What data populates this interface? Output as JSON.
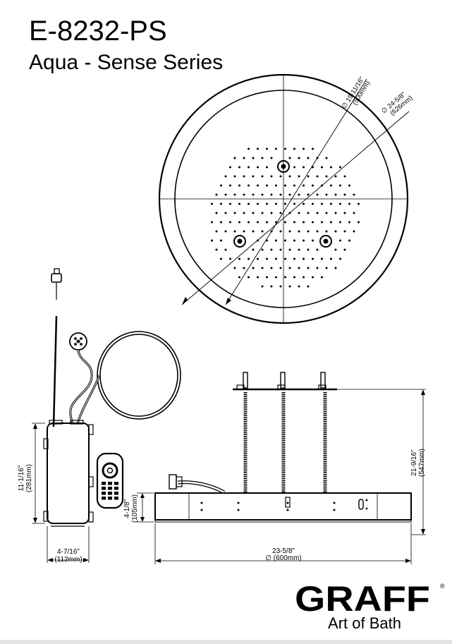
{
  "header": {
    "model": "E-8232-PS",
    "series": "Aqua - Sense Series"
  },
  "top_view": {
    "inner_dia_in": "19-11/16\"",
    "inner_dia_mm": "(500mm)",
    "outer_dia_in": "24-5/8\"",
    "outer_dia_mm": "(626mm)",
    "dia_symbol": "∅"
  },
  "control_box": {
    "height_in": "11-1/16\"",
    "height_mm": "(281mm)",
    "width_in": "4-7/16\"",
    "width_mm": "(112mm)"
  },
  "side_view": {
    "total_height_in": "21-9/16\"",
    "total_height_mm": "(547mm)",
    "body_height_in": "4-1/8\"",
    "body_height_mm": "(105mm)",
    "width_in": "23-5/8\"",
    "width_mm": "∅ (600mm)"
  },
  "brand": {
    "name": "GRAFF",
    "registered": "®",
    "tagline": "Art of Bath"
  }
}
